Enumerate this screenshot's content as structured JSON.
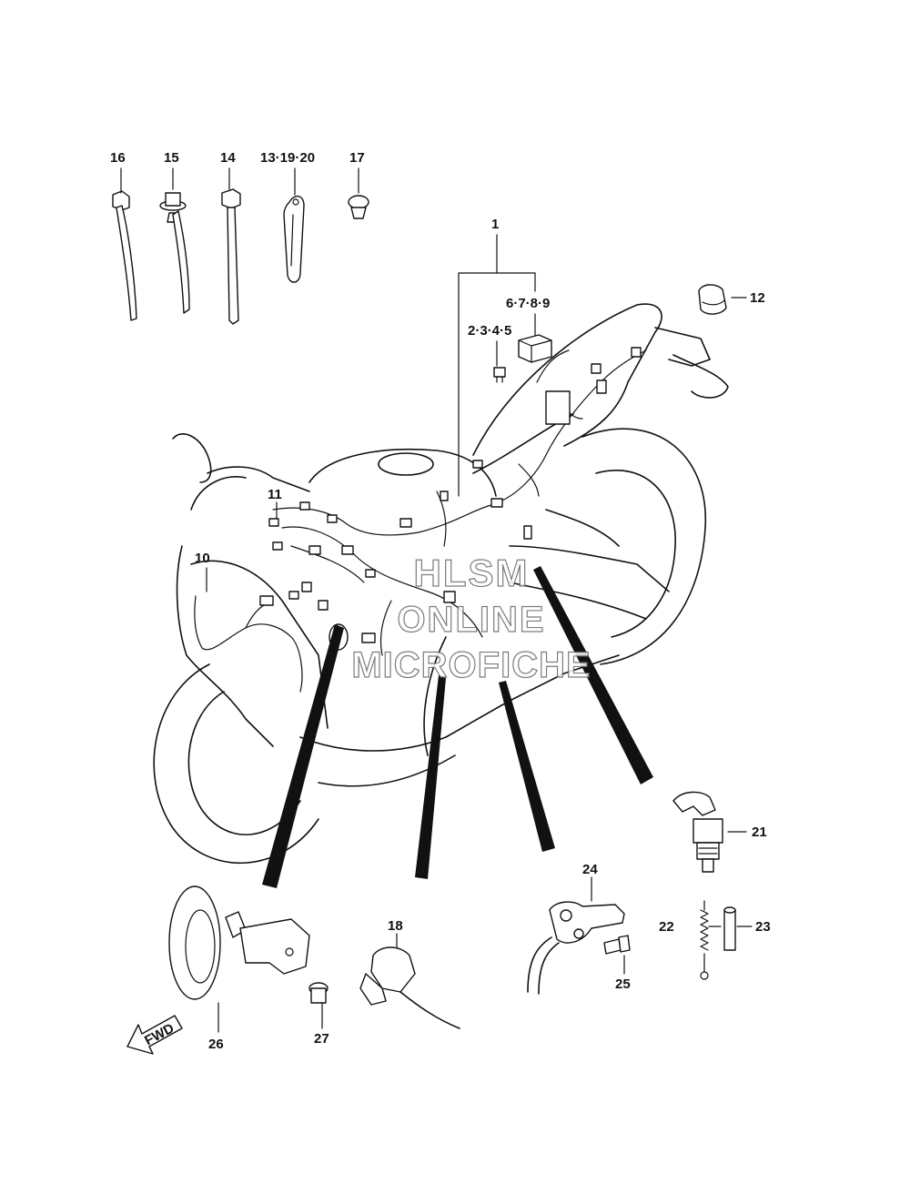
{
  "watermark": {
    "line1": "HLSM",
    "line2": "ONLINE",
    "line3": "MICROFICHE"
  },
  "fwd_arrow": {
    "text": "FWD"
  },
  "callouts": [
    {
      "id": "c1",
      "text": "1"
    },
    {
      "id": "c2345",
      "text": "2·3·4·5"
    },
    {
      "id": "c6789",
      "text": "6·7·8·9"
    },
    {
      "id": "c10",
      "text": "10"
    },
    {
      "id": "c11",
      "text": "11"
    },
    {
      "id": "c12",
      "text": "12"
    },
    {
      "id": "c131920",
      "text": "13·19·20"
    },
    {
      "id": "c14",
      "text": "14"
    },
    {
      "id": "c15",
      "text": "15"
    },
    {
      "id": "c16",
      "text": "16"
    },
    {
      "id": "c17",
      "text": "17"
    },
    {
      "id": "c18",
      "text": "18"
    },
    {
      "id": "c21",
      "text": "21"
    },
    {
      "id": "c22",
      "text": "22"
    },
    {
      "id": "c23",
      "text": "23"
    },
    {
      "id": "c24",
      "text": "24"
    },
    {
      "id": "c25",
      "text": "25"
    },
    {
      "id": "c26",
      "text": "26"
    },
    {
      "id": "c27",
      "text": "27"
    }
  ]
}
